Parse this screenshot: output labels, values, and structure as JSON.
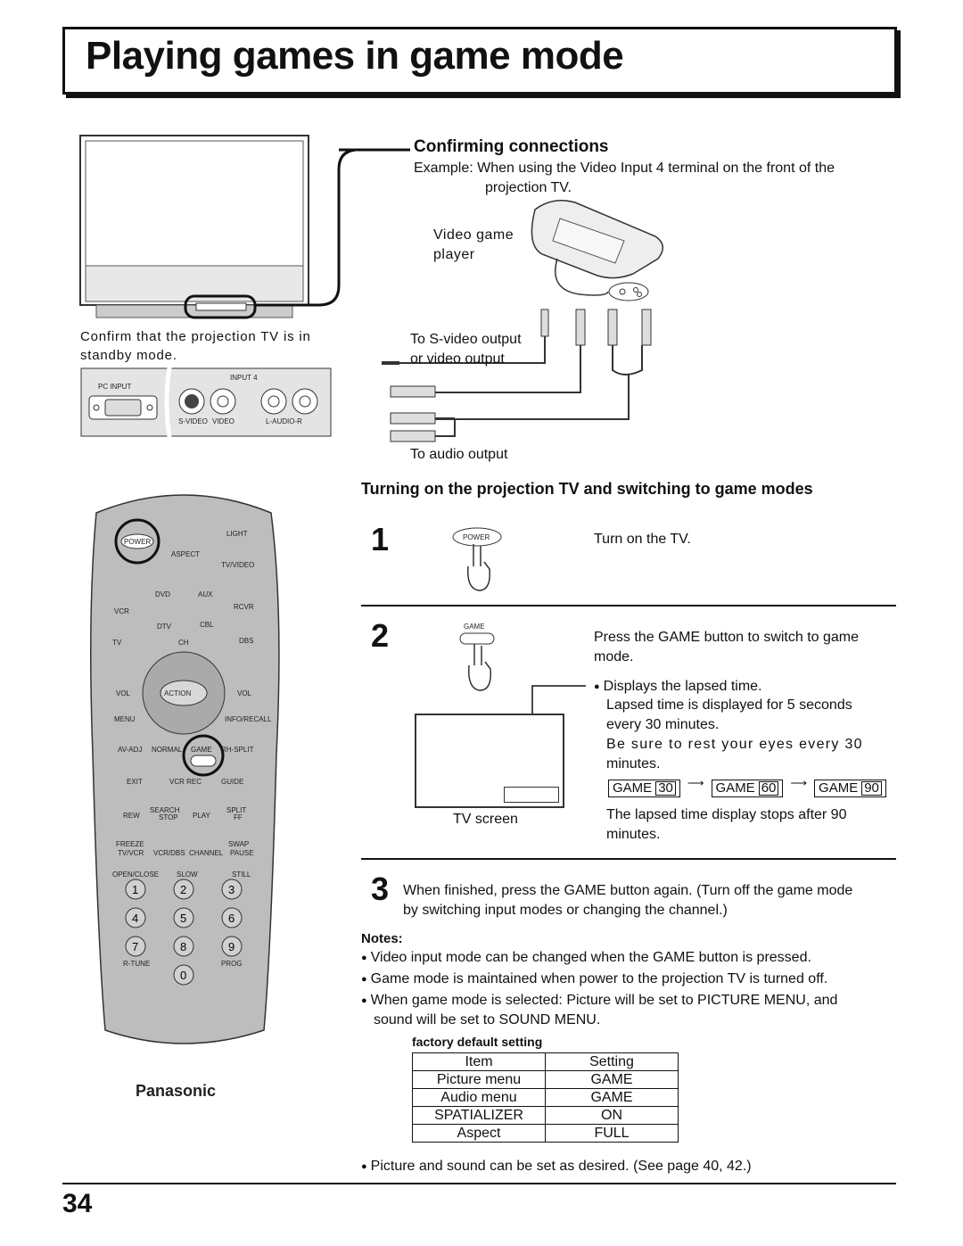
{
  "page": {
    "title": "Playing games in game mode",
    "page_number": "34"
  },
  "connections": {
    "heading": "Confirming connections",
    "example_line1": "Example: When using the Video Input 4 terminal on the front of the",
    "example_line2": "projection TV.",
    "video_game_line1": "Video game",
    "video_game_line2": "player",
    "to_svideo_line1": "To S-video output",
    "to_svideo_line2": "or video output",
    "to_audio": "To audio output",
    "standby_line1": "Confirm that the projection TV is in",
    "standby_line2": "standby mode.",
    "panel": {
      "pc_input": "PC INPUT",
      "input4": "INPUT 4",
      "svideo": "S-VIDEO",
      "video": "VIDEO",
      "audio": "L-AUDIO-R"
    }
  },
  "turning": {
    "heading": "Turning on the projection TV and switching to game modes",
    "step1": {
      "number": "1",
      "button": "POWER",
      "text": "Turn on the TV."
    },
    "step2": {
      "number": "2",
      "button": "GAME",
      "text_line1": "Press the GAME button to switch to game",
      "text_line2": "mode.",
      "bullet": "Displays the lapsed time.",
      "detail1": "Lapsed time is displayed for 5 seconds",
      "detail2": "every 30 minutes.",
      "detail3": "Be sure to rest your eyes every 30",
      "detail4": "minutes.",
      "sequence": [
        {
          "label": "GAME",
          "value": "30"
        },
        {
          "label": "GAME",
          "value": "60"
        },
        {
          "label": "GAME",
          "value": "90"
        }
      ],
      "stop_line1": "The lapsed time display stops after 90",
      "stop_line2": "minutes.",
      "tv_screen": "TV screen"
    },
    "step3": {
      "number": "3",
      "line1": "When finished, press the GAME button again. (Turn off the game mode",
      "line2": "by switching input modes or changing the channel.)"
    }
  },
  "notes": {
    "heading": "Notes:",
    "n1": "Video input mode can be changed when the GAME button is pressed.",
    "n2": "Game mode is maintained when power to the projection TV is turned off.",
    "n3_line1": "When game mode is selected: Picture will be set to PICTURE MENU, and",
    "n3_line2": "sound will be set to SOUND MENU.",
    "factory_heading": "factory default setting",
    "table": [
      [
        "Item",
        "Setting"
      ],
      [
        "Picture menu",
        "GAME"
      ],
      [
        "Audio menu",
        "GAME"
      ],
      [
        "SPATIALIZER",
        "ON"
      ],
      [
        "Aspect",
        "FULL"
      ]
    ],
    "final": "Picture and sound can be set as desired. (See page 40, 42.)"
  },
  "remote": {
    "brand": "Panasonic",
    "labels": {
      "power": "POWER",
      "light": "LIGHT",
      "aspect": "ASPECT",
      "tvvideo": "TV/VIDEO",
      "vcr": "VCR",
      "dvd": "DVD",
      "aux": "AUX",
      "rcvr": "RCVR",
      "tv": "TV",
      "dtv": "DTV",
      "cbl": "CBL",
      "dbs": "DBS",
      "ch": "CH",
      "vol": "VOL",
      "action": "ACTION",
      "menu": "MENU",
      "info": "INFO/RECALL",
      "avadj": "AV-ADJ",
      "normal": "NORMAL",
      "game": "GAME",
      "rhsplit": "RH-SPLIT",
      "exit": "EXIT",
      "vcrrec": "VCR REC",
      "guide": "GUIDE",
      "search": "SEARCH",
      "split": "SPLIT",
      "rew": "REW",
      "stop": "STOP",
      "play": "PLAY",
      "ff": "FF",
      "freeze": "FREEZE",
      "swap": "SWAP",
      "tvvcr": "TV/VCR",
      "vcrdbs": "VCR/DBS",
      "channel": "CHANNEL",
      "pause": "PAUSE",
      "openclose": "OPEN/CLOSE",
      "slow": "SLOW",
      "still": "STILL",
      "rtune": "R-TUNE",
      "prog": "PROG"
    },
    "digits": [
      "1",
      "2",
      "3",
      "4",
      "5",
      "6",
      "7",
      "8",
      "9",
      "0"
    ]
  }
}
